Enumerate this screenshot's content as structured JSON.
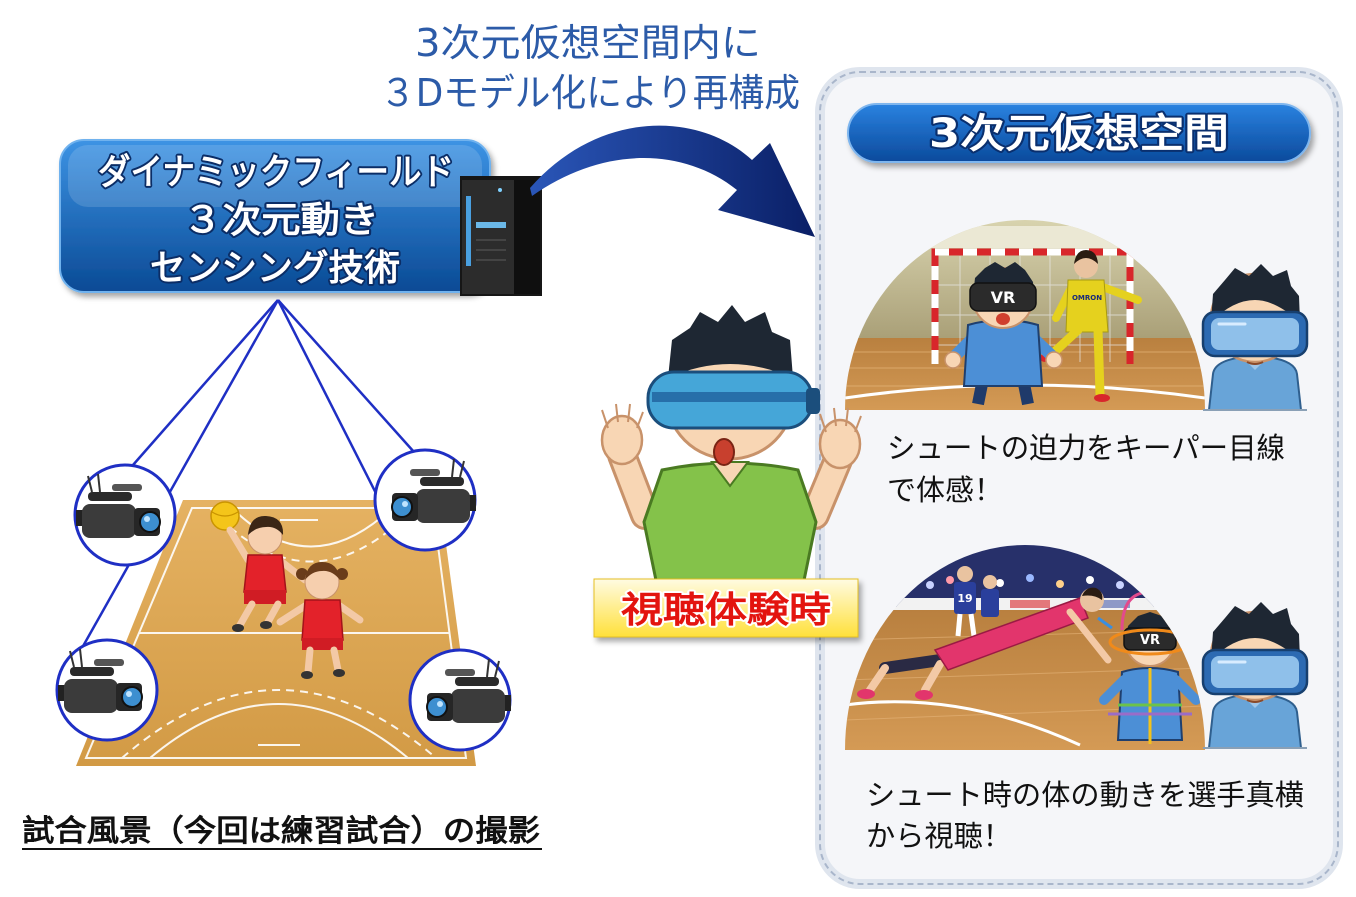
{
  "header": {
    "line1": "3次元仮想空間内に",
    "line2": "３Dモデル化により再構成"
  },
  "sensing_box": {
    "line1": "ダイナミックフィールド",
    "line2": "３次元動き",
    "line3": "センシング技術"
  },
  "capture": {
    "caption": "試合風景（今回は練習試合）の撮影"
  },
  "viewing": {
    "label": "視聴体験時"
  },
  "virtual_space": {
    "title": "3次元仮想空間",
    "scene_keeper": {
      "caption_line1": "シュートの迫力をキーパー目線",
      "caption_line2": "で体感！",
      "headset_text": "VR",
      "jersey_text": "OMRON"
    },
    "scene_side": {
      "caption_line1": "シュート時の体の動きを選手真横",
      "caption_line2": "から視聴！",
      "headset_text": "VR",
      "jersey_number": "19"
    }
  },
  "icons": {
    "server": "server-icon",
    "camera": "camera-icon",
    "headset": "vr-headset-icon",
    "flow_arrow": "curved-arrow-icon",
    "viewer": "viewer-icon"
  },
  "colors": {
    "accent_blue": "#1565c8",
    "header_text": "#2c5ba8",
    "arrow_navy": "#0d2a78",
    "camera_ring": "#1f2fc4",
    "label_red": "#e3140f",
    "label_yellow": "#ffe33c",
    "court_wood": "#dba350",
    "shirt_green": "#84c24a"
  }
}
